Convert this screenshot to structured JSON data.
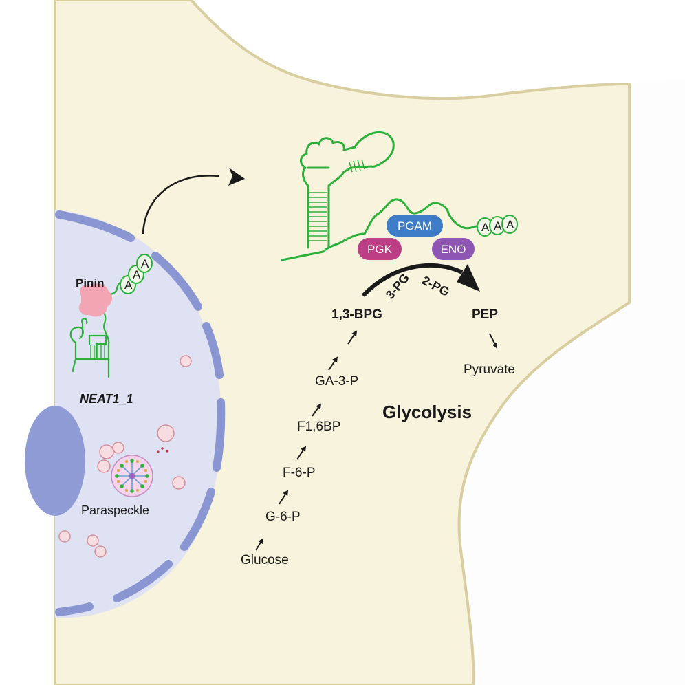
{
  "diagram": {
    "nucleus_labels": {
      "pinin": "Pinin",
      "neat1": "NEAT1_1",
      "paraspeckle": "Paraspeckle"
    },
    "polya_letter": "A",
    "enzymes": {
      "pgam": "PGAM",
      "pgk": "PGK",
      "eno": "ENO"
    },
    "pathway": {
      "glucose": "Glucose",
      "g6p": "G-6-P",
      "f6p": "F-6-P",
      "f16bp": "F1,6BP",
      "ga3p": "GA-3-P",
      "bpg": "1,3-BPG",
      "pg3": "3-PG",
      "pg2": "2-PG",
      "pep": "PEP",
      "pyruvate": "Pyruvate"
    },
    "process_title": "Glycolysis",
    "colors": {
      "cell_fill": "#f8f3dd",
      "cell_border": "#d8cea0",
      "nucleus_fill": "#dfe2f2",
      "envelope": "#8a96d2",
      "nucleolus": "#8f9bd4",
      "rna_green": "#2bb039",
      "pgam_blue": "#3e7cc7",
      "pgk_magenta": "#bc3f86",
      "eno_purple": "#8e55b3",
      "pinin_pink": "#f2a6b4"
    }
  }
}
